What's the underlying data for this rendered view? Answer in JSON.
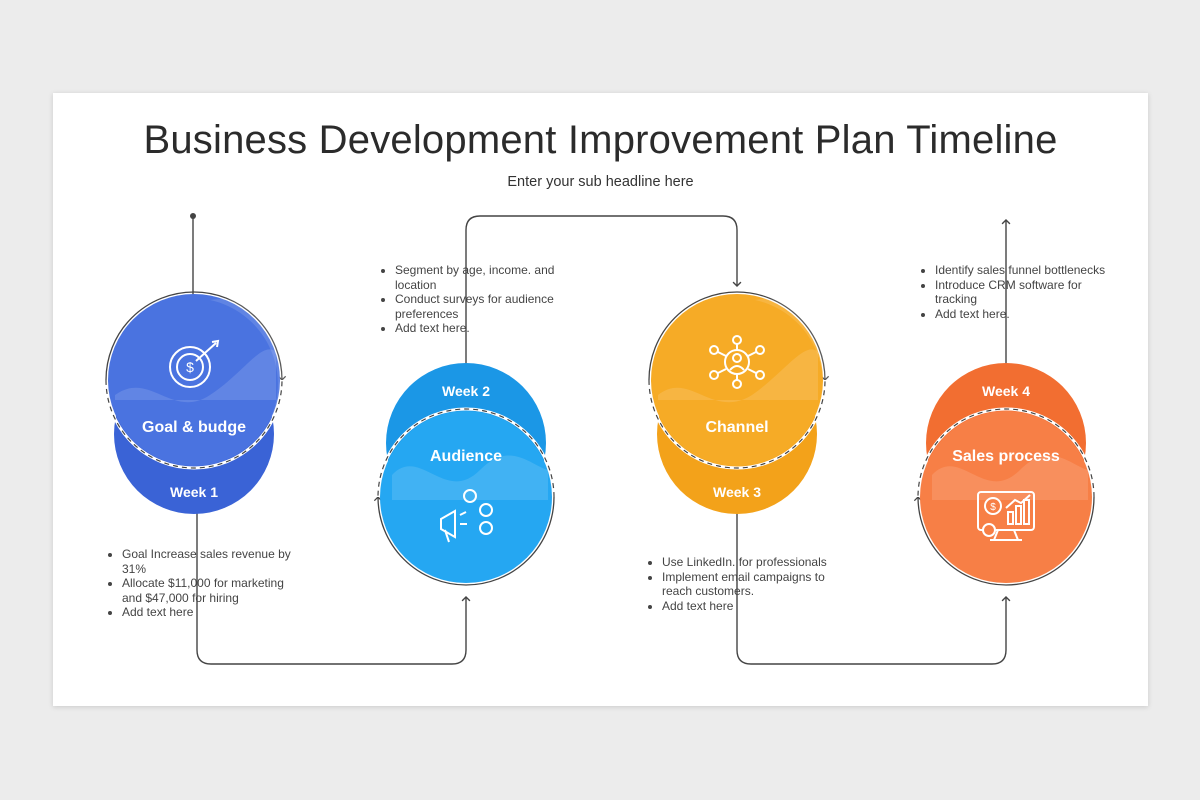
{
  "title": "Business Development Improvement Plan Timeline",
  "subtitle": "Enter your sub headline here",
  "steps": [
    {
      "week": "Week 1",
      "label": "Goal & budge",
      "icon": "target-dollar-icon",
      "color": "#4a73e0",
      "bullets": [
        "Goal Increase sales revenue by 31%",
        "Allocate $11,000 for marketing and $47,000 for hiring",
        "Add text here"
      ]
    },
    {
      "week": "Week 2",
      "label": "Audience",
      "icon": "megaphone-users-icon",
      "color": "#25a7f2",
      "bullets": [
        "Segment by age, income. and location",
        "Conduct surveys for audience preferences",
        "Add text here."
      ]
    },
    {
      "week": "Week 3",
      "label": "Channel",
      "icon": "network-user-icon",
      "color": "#f6ab26",
      "bullets": [
        "Use LinkedIn. for professionals",
        "Implement email campaigns to reach customers.",
        "Add text here"
      ]
    },
    {
      "week": "Week 4",
      "label": "Sales process",
      "icon": "sales-chart-monitor-icon",
      "color": "#f77f46",
      "bullets": [
        "Identify sales funnel bottlenecks",
        "Introduce CRM software for tracking",
        "Add text here."
      ]
    }
  ]
}
